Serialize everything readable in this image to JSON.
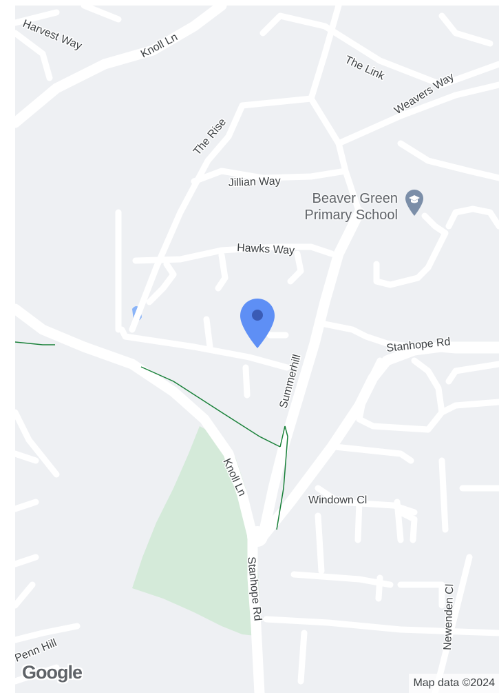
{
  "map": {
    "colors": {
      "background": "#eef0f3",
      "road": "#ffffff",
      "park": "#d4ead9",
      "path": "#188038",
      "water": "#8ab4f8",
      "marker": "#5e8ff5",
      "marker_dot": "#3a5bb5"
    },
    "roads": {
      "harvest_way": "Harvest Way",
      "knoll_ln_top": "Knoll Ln",
      "the_link": "The Link",
      "weavers_way": "Weavers Way",
      "the_rise": "The Rise",
      "jillian_way": "Jillian Way",
      "hawks_way": "Hawks Way",
      "summerhill": "Summerhill",
      "stanhope_rd_east": "Stanhope Rd",
      "knoll_ln_south": "Knoll Ln",
      "windown_cl": "Windown Cl",
      "stanhope_rd_south": "Stanhope Rd",
      "newenden_cl": "Newenden Cl",
      "penn_hill": "Penn Hill"
    },
    "poi": {
      "name_line1": "Beaver Green",
      "name_line2": "Primary School",
      "icon": "school-icon"
    },
    "marker_icon": "location-pin-icon",
    "branding": {
      "logo": "Google",
      "attribution": "Map data ©2024"
    }
  }
}
